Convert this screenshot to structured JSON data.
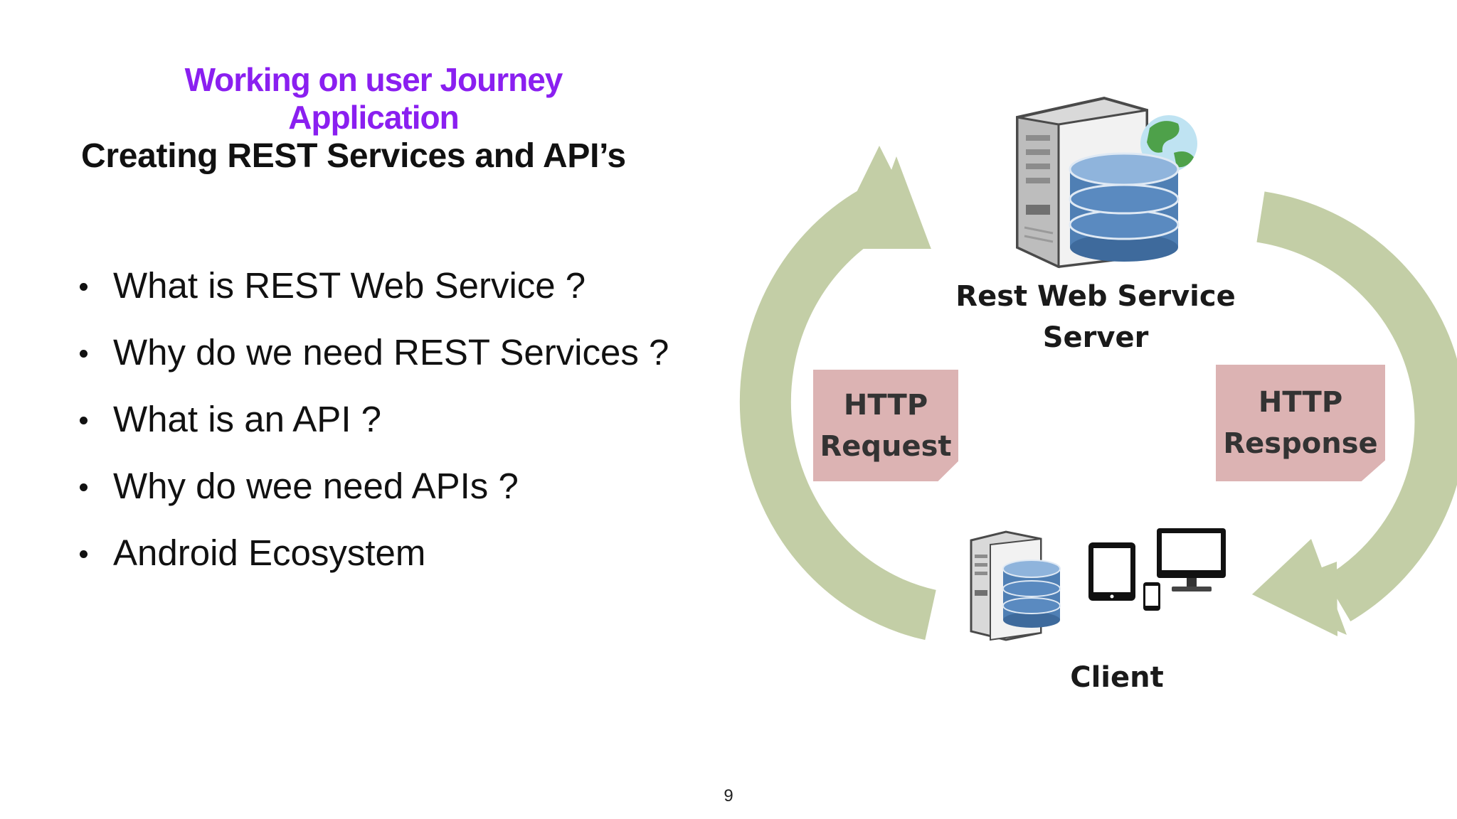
{
  "title": {
    "accent_line1": "Working on user Journey",
    "accent_line2": "Application",
    "main": "Creating REST Services and API’s"
  },
  "bullets": [
    "What is REST Web Service ?",
    "Why do we need REST Services ?",
    "What is an API ?",
    "Why do wee need APIs ?",
    "Android Ecosystem"
  ],
  "diagram": {
    "server_label_line1": "Rest Web Service",
    "server_label_line2": "Server",
    "request_line1": "HTTP",
    "request_line2": "Request",
    "response_line1": "HTTP",
    "response_line2": "Response",
    "client_label": "Client",
    "colors": {
      "arrow": "#c3cea6",
      "http_box": "#dcb3b3",
      "database": "#4f7fb4"
    },
    "icons": [
      "server-icon",
      "globe-icon",
      "database-icon",
      "tablet-icon",
      "phone-icon",
      "monitor-icon"
    ]
  },
  "footer": {
    "page_number": "9"
  },
  "colors": {
    "accent": "#8a1ff0",
    "text": "#111111"
  }
}
